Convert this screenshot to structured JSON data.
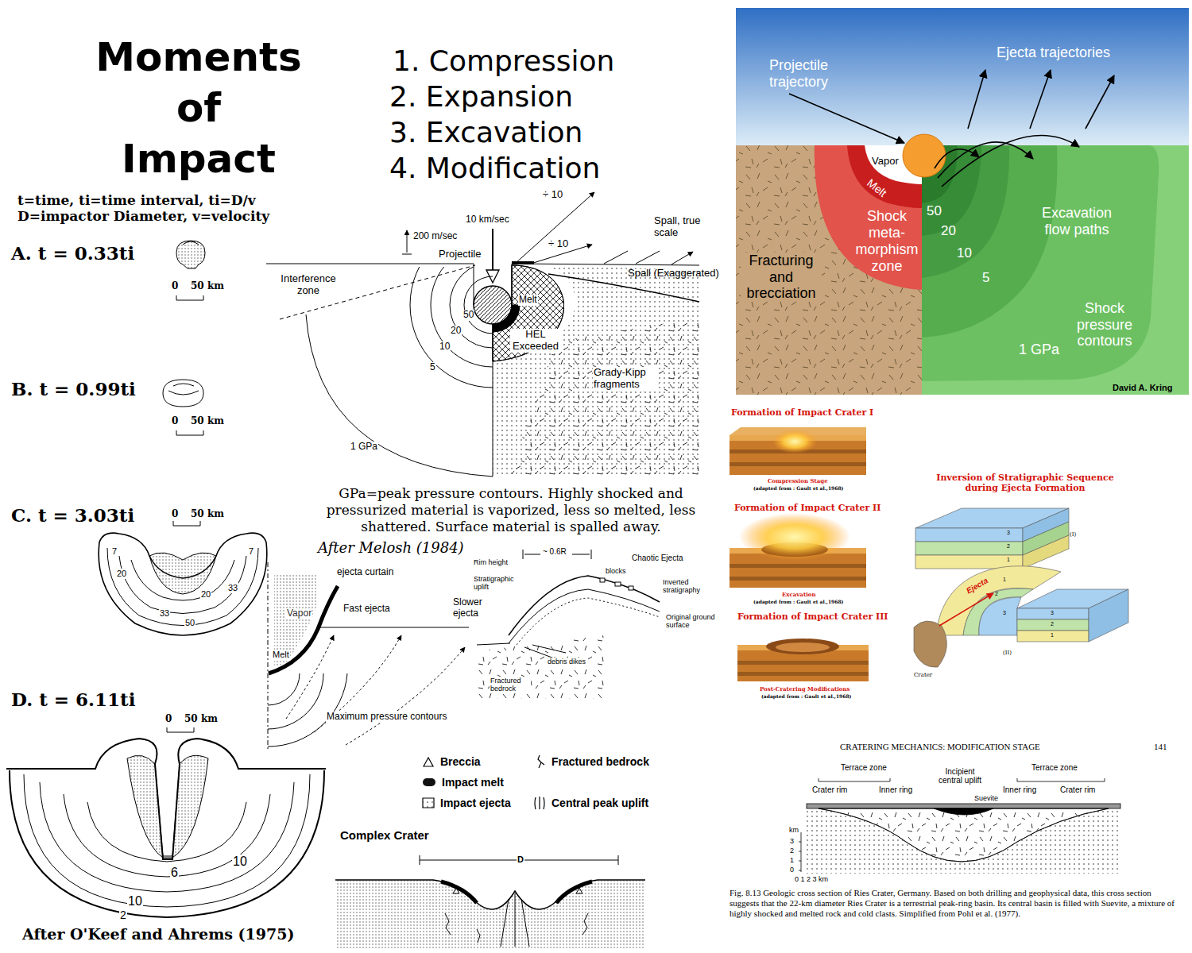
{
  "diagram": {
    "title": "Moments of Impact",
    "caption": "GPa=peak pressure contours. Highly shocked and pressurized material is vaporized, less so melted, less shattered. Surface material is spalled away.",
    "labels": [
      "t=time, ti=time interval, ti=D/v D=impactor Diameter, v=velocity",
      "A. t = 0.33ti",
      "0",
      "50 km",
      "B. t = 0.99ti",
      "0",
      "50 km",
      "C. t = 3.03ti",
      "0",
      "50 km",
      "D. t = 6.11ti",
      "0",
      "50 km",
      "After O'Keef and Ahrems (1975)",
      "7",
      "7",
      "20",
      "20",
      "33",
      "33",
      "50",
      "10",
      "6",
      "10",
      "2",
      "1. Compression",
      "2. Expansion",
      "3. Excavation",
      "4. Modification",
      "÷ 10",
      "10 km/sec",
      "Spall, true scale",
      "200 m/sec",
      "÷ 10",
      "Projectile",
      "Spall (Exaggerated)",
      "Interference zone",
      "Melt",
      "50",
      "20",
      "10",
      "5",
      "HEL Exceeded",
      "Grady-Kipp fragments",
      "1 GPa",
      "After Melosh (1984)",
      "ejecta curtain",
      "Fast ejecta",
      "Vapor",
      "Slower ejecta",
      "Melt",
      "Maximum pressure contours",
      "~ 0.6R",
      "Rim height",
      "Stratigraphic uplift",
      "Chaotic Ejecta",
      "blocks",
      "Inverted stratigraphy",
      "Original ground surface",
      "debris dikes",
      "Fractured bedrock",
      "Complex Crater",
      "D",
      "Projectile trajectory",
      "Ejecta trajectories",
      "Vapor",
      "Melt",
      "50",
      "Shock meta-morphism zone",
      "Excavation flow paths",
      "20",
      "Fracturing and brecciation",
      "10",
      "5",
      "Shock pressure contours",
      "1 GPa",
      "David A. Kring",
      "Formation of Impact Crater I",
      "Compression Stage",
      "(adapted from : Gault et al.,1968)",
      "Formation of Impact Crater II",
      "Excavation",
      "(adapted from : Gault et al.,1968)",
      "Formation of Impact Crater III",
      "Post-Cratering Modifications",
      "(adapted from : Gault et al.,1968)",
      "Inversion of Stratigraphic Sequence during Ejecta Formation",
      "3",
      "2",
      "1",
      "(I)",
      "Ejecta",
      "1",
      "2",
      "3",
      "3",
      "2",
      "1",
      "Crater",
      "(II)",
      "CRATERING MECHANICS: MODIFICATION STAGE",
      "141",
      "Terrace zone",
      "Terrace zone",
      "Crater rim",
      "Inner ring",
      "Incipient central uplift",
      "Suevite",
      "Inner ring",
      "Crater rim",
      "km",
      "3",
      "2",
      "1",
      "0",
      "0 1 2 3 km",
      "Fig. 8.13 Geologic cross section of Ries Crater, Germany. Based on both drilling and geophysical data, this cross section suggests that the 22-km diameter Ries Crater is a terrestrial peak-ring basin. Its central basin is filled with Suevite, a mixture of highly shocked and melted rock and cold clasts. Simplified from Pohl et al. (1977)."
    ],
    "legend": [
      {
        "text": "Breccia"
      },
      {
        "text": "Impact melt",
        "color": "#111111"
      },
      {
        "text": "Impact ejecta"
      },
      {
        "text": "Fractured bedrock"
      },
      {
        "text": "Central peak uplift"
      }
    ]
  }
}
